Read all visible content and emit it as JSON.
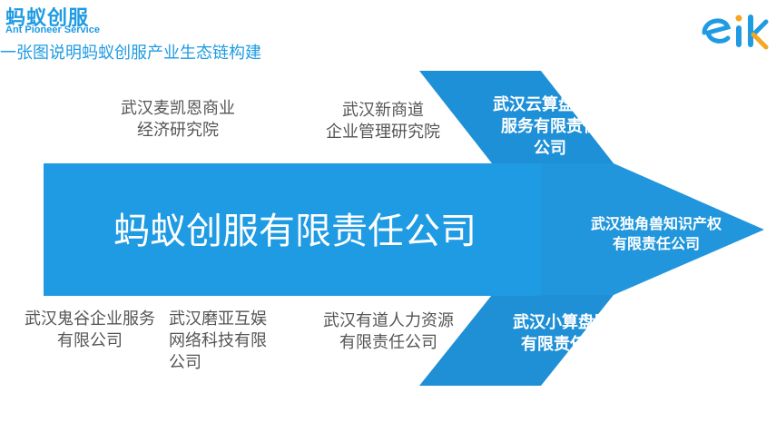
{
  "header": {
    "logo_cn": "蚂蚁创服",
    "logo_en": "Ant Pioneer Service",
    "title": "一张图说明蚂蚁创服产业生态链构建"
  },
  "brand_icon": {
    "name": "eik-logo-icon",
    "colors": [
      "#1f9be3",
      "#f5a623"
    ]
  },
  "diagram": {
    "main_company": "蚂蚁创服有限责任公司",
    "top_labels": [
      "武汉麦凯恩商业\n经济研究院",
      "武汉新商道\n企业管理研究院"
    ],
    "bottom_labels": [
      "武汉鬼谷企业服务\n有限公司",
      "武汉磨亚互娱\n网络科技有限\n公司",
      "武汉有道人力资源\n有限责任公司"
    ],
    "arrow_labels": {
      "top": "武汉云算盘财税\n服务有限责任\n公司",
      "middle": "武汉独角兽知识产权\n有限责任公司",
      "bottom": "武汉小算盘财税\n有限责任公司"
    },
    "colors": {
      "main": "#1f9be3",
      "arrow_top": "#1e90d8",
      "arrow_mid": "#2196dc",
      "arrow_bottom": "#1f8fd6",
      "text_gray": "#555555"
    }
  }
}
